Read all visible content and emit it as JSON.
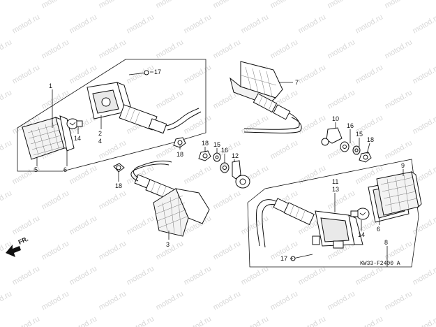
{
  "diagram": {
    "watermark": "motod.ru",
    "drawing_code": "KW33-F2400 A",
    "direction_label": "FR.",
    "callouts": {
      "c1": "1",
      "c2": "2",
      "c3": "3",
      "c4": "4",
      "c5": "5",
      "c6a": "6",
      "c7": "7",
      "c8": "8",
      "c9": "9",
      "c10": "10",
      "c11": "11",
      "c12": "12",
      "c13": "13",
      "c14a": "14",
      "c14b": "14",
      "c15a": "15",
      "c15b": "15",
      "c16a": "16",
      "c16b": "16",
      "c17a": "17",
      "c17b": "17",
      "c18a": "18",
      "c18b": "18",
      "c18c": "18",
      "c18d": "18",
      "c6b": "6"
    }
  }
}
